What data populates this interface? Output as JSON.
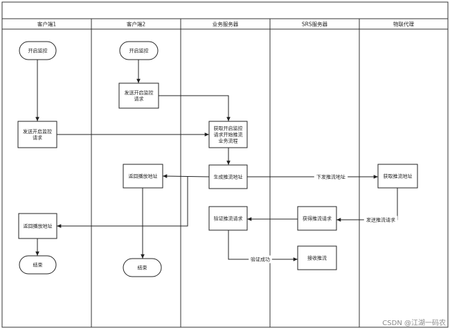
{
  "lanes": [
    {
      "id": "client1",
      "label": "客户端1"
    },
    {
      "id": "client2",
      "label": "客户端2"
    },
    {
      "id": "biz",
      "label": "业务服务器"
    },
    {
      "id": "srs",
      "label": "SRS服务器"
    },
    {
      "id": "iot",
      "label": "物联代理"
    }
  ],
  "nodes": {
    "c2_start": {
      "shape": "terminal",
      "lines": [
        "开启监控"
      ]
    },
    "c2_send": {
      "shape": "process",
      "lines": [
        "发送开启监控",
        "请求"
      ]
    },
    "c1_start": {
      "shape": "terminal",
      "lines": [
        "开启监控"
      ]
    },
    "c1_send": {
      "shape": "process",
      "lines": [
        "发送开启监控",
        "请求"
      ]
    },
    "biz_get": {
      "shape": "process",
      "lines": [
        "获取开启监控",
        "请求开始推流",
        "业务流程"
      ]
    },
    "biz_gen": {
      "shape": "process",
      "lines": [
        "生成推流地址"
      ]
    },
    "c2_ret": {
      "shape": "process",
      "lines": [
        "返回播放地址"
      ]
    },
    "iot_get": {
      "shape": "process",
      "lines": [
        "获取推流地址"
      ]
    },
    "srs_getreq": {
      "shape": "process",
      "lines": [
        "获得推流请求"
      ]
    },
    "biz_verify": {
      "shape": "process",
      "lines": [
        "验证推流请求"
      ]
    },
    "c1_ret": {
      "shape": "process",
      "lines": [
        "返回播放地址"
      ]
    },
    "c1_end": {
      "shape": "terminal",
      "lines": [
        "结束"
      ]
    },
    "c2_end": {
      "shape": "terminal",
      "lines": [
        "结束"
      ]
    },
    "srs_recv": {
      "shape": "process",
      "lines": [
        "接收推流"
      ]
    }
  },
  "edges": [
    {
      "from": "c2_start",
      "to": "c2_send",
      "label": ""
    },
    {
      "from": "c2_send",
      "to": "biz_get",
      "label": ""
    },
    {
      "from": "c1_start",
      "to": "c1_send",
      "label": ""
    },
    {
      "from": "c1_send",
      "to": "biz_get",
      "label": ""
    },
    {
      "from": "biz_get",
      "to": "biz_gen",
      "label": ""
    },
    {
      "from": "biz_gen",
      "to": "c2_ret",
      "label": ""
    },
    {
      "from": "biz_gen",
      "to": "c1_ret",
      "label": ""
    },
    {
      "from": "biz_gen",
      "to": "iot_get",
      "label": "下发推流地址"
    },
    {
      "from": "c2_ret",
      "to": "c2_end",
      "label": ""
    },
    {
      "from": "iot_get",
      "to": "srs_getreq",
      "label": "发送推流请求"
    },
    {
      "from": "srs_getreq",
      "to": "biz_verify",
      "label": ""
    },
    {
      "from": "biz_verify",
      "to": "srs_recv",
      "label": "验证成功"
    },
    {
      "from": "c1_ret",
      "to": "c1_end",
      "label": ""
    }
  ],
  "watermark": "CSDN @江湖一码农"
}
